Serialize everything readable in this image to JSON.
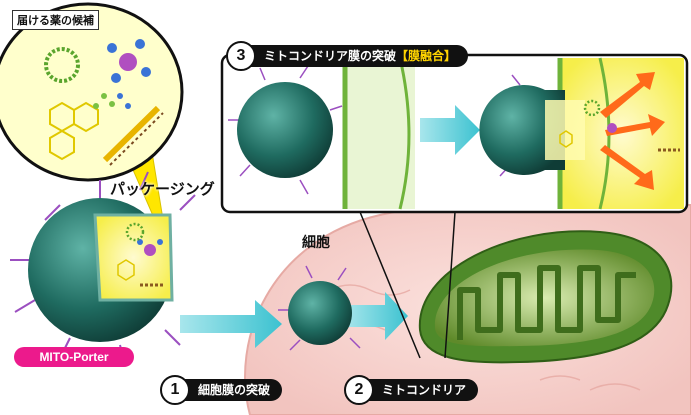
{
  "candidates_label": "届ける薬の候補",
  "packaging_label": "パッケージング",
  "cell_label": "細胞",
  "mito_porter_label": "MITO-Porter",
  "steps": [
    {
      "num": "1",
      "text": "細胞膜の突破"
    },
    {
      "num": "2",
      "text": "ミトコンドリア"
    },
    {
      "num": "3",
      "text": "ミトコンドリア膜の突破",
      "highlight": "【膜融合】"
    }
  ],
  "colors": {
    "carrier": "#1f6b60",
    "spike": "#9b4fc0",
    "membrane_green": "#8cc63f",
    "mito_porter_badge": "#ec1a8c",
    "arrow": "#3cc2d0",
    "cell": "#f6d0cc",
    "highlight": "#ffd400"
  }
}
